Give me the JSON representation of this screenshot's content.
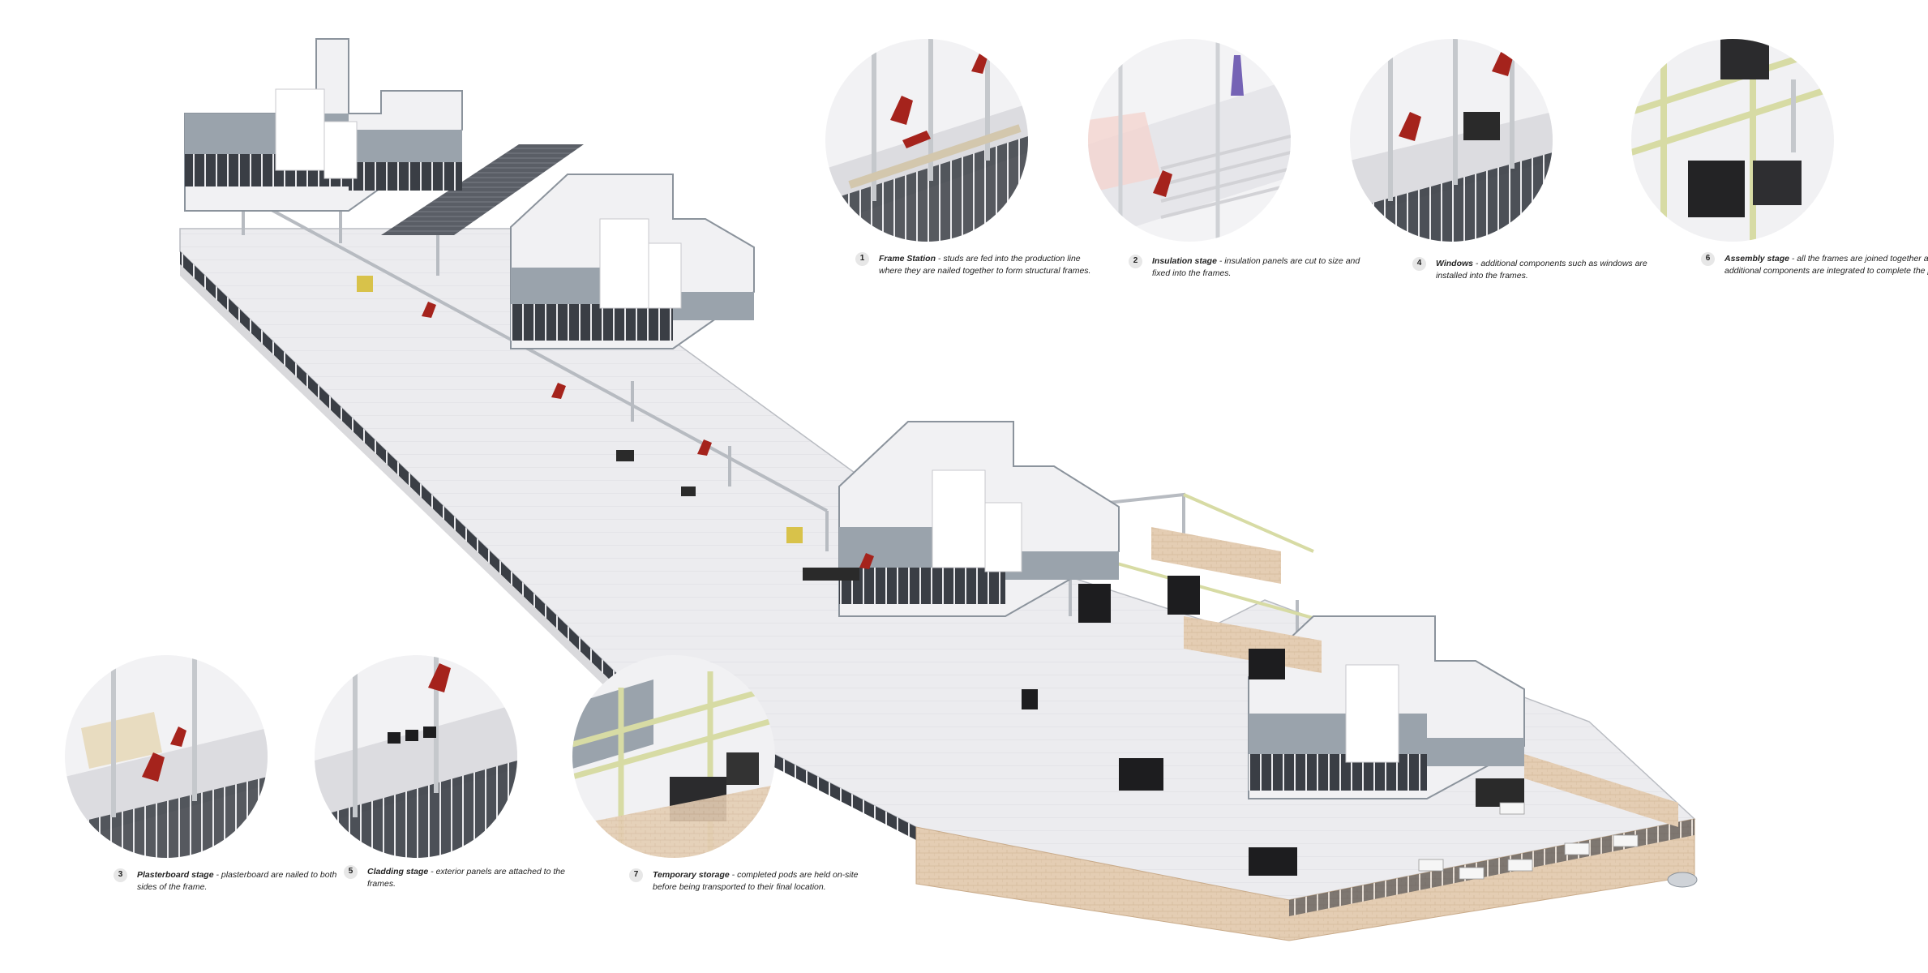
{
  "stages": [
    {
      "id": "frame-station",
      "number": "1",
      "title": "Frame Station",
      "desc": " - studs are fed into the production line where they are nailed together to form structural frames."
    },
    {
      "id": "insulation-stage",
      "number": "2",
      "title": "Insulation stage",
      "desc": " - insulation panels are cut to size and fixed into the frames."
    },
    {
      "id": "plasterboard-stage",
      "number": "3",
      "title": "Plasterboard stage",
      "desc": " - plasterboard are nailed to both sides of the frame."
    },
    {
      "id": "windows-stage",
      "number": "4",
      "title": "Windows",
      "desc": " - additional components such as windows are installed into the frames."
    },
    {
      "id": "cladding-stage",
      "number": "5",
      "title": "Cladding stage",
      "desc": " - exterior panels are attached to the frames."
    },
    {
      "id": "assembly-stage",
      "number": "6",
      "title": "Assembly stage",
      "desc": " - all the frames are joined together and additional components are integrated to complete the pod."
    },
    {
      "id": "temporary-storage",
      "number": "7",
      "title": "Temporary storage",
      "desc": " - completed pods are held on-site before being transported to their final location."
    }
  ],
  "colors": {
    "floor": "#ebebee",
    "glazing": "#2b2f36",
    "office_panel": "#9aa3ac",
    "frame": "#c5c8cc",
    "brick": "#e4cdb3",
    "robot": "#a5231c",
    "timber": "#e8dcc0",
    "ramp": "#555a62"
  }
}
